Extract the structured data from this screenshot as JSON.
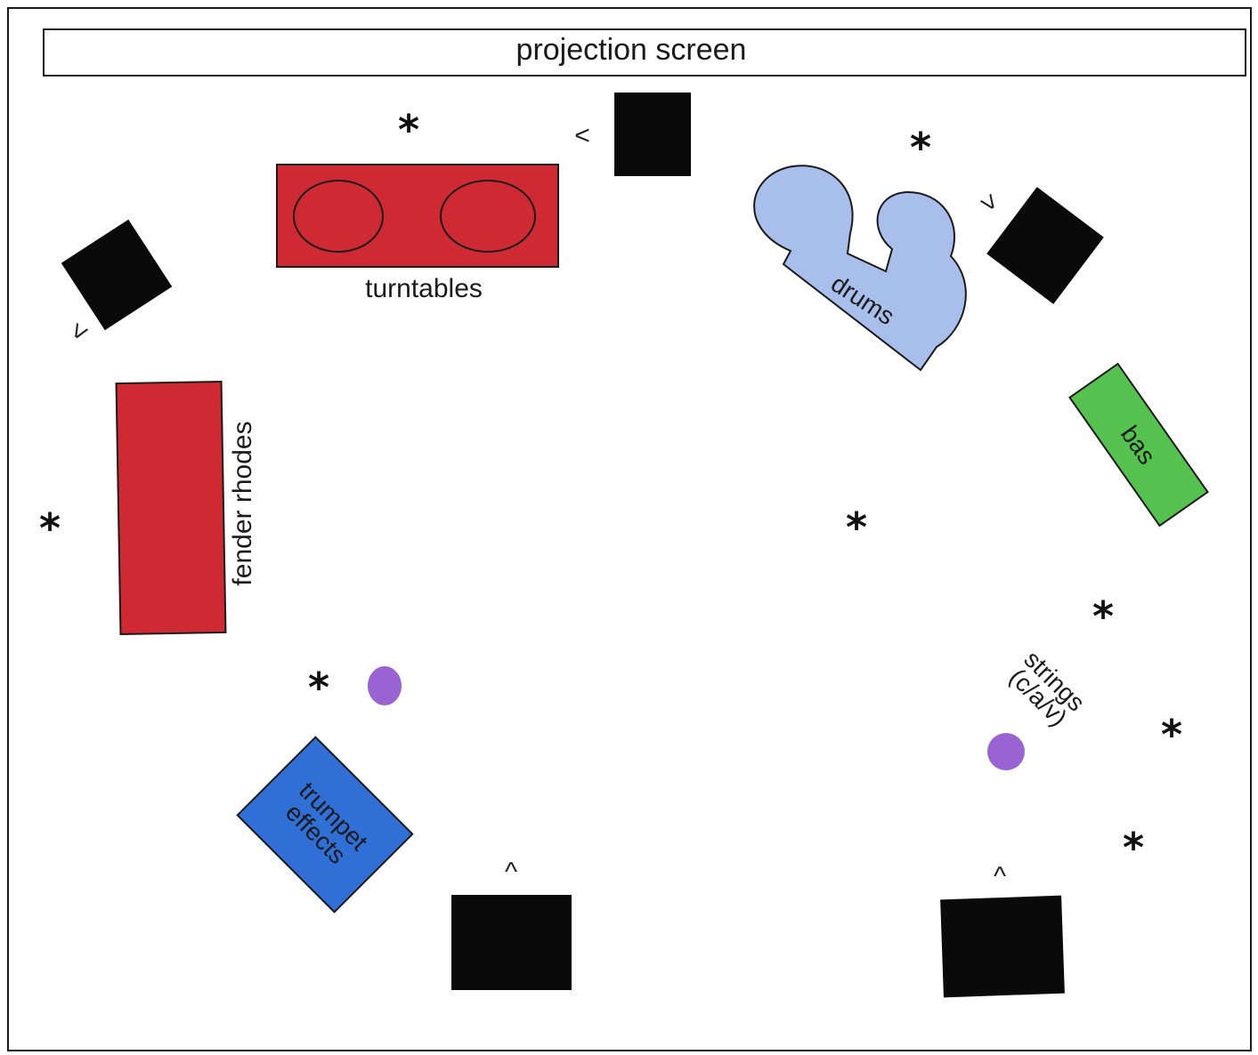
{
  "colors": {
    "paper": "#ffffff",
    "outline": "#1a1a1a",
    "red_instrument": "#cf2a33",
    "drums": "#a9bfeb",
    "bass": "#55c24f",
    "trumpet": "#2f6fd6",
    "mic": "#9a63d4",
    "speaker": "#0a0a0a"
  },
  "diagram": {
    "projection_screen": "projection screen",
    "turntables": "turntables",
    "fender_rhodes": "fender rhodes",
    "drums": "drums",
    "bass": "bas",
    "trumpet_line1": "trumpet",
    "trumpet_line2": "effects",
    "strings_line1": "strings",
    "strings_line2": "(c/a/v)",
    "monitor_symbol_up": "^",
    "monitor_symbol_left": "<",
    "performer_marker": "*"
  },
  "legend_icons": {
    "speaker": "speaker-icon",
    "microphone": "microphone-icon",
    "performer": "asterisk-icon"
  }
}
